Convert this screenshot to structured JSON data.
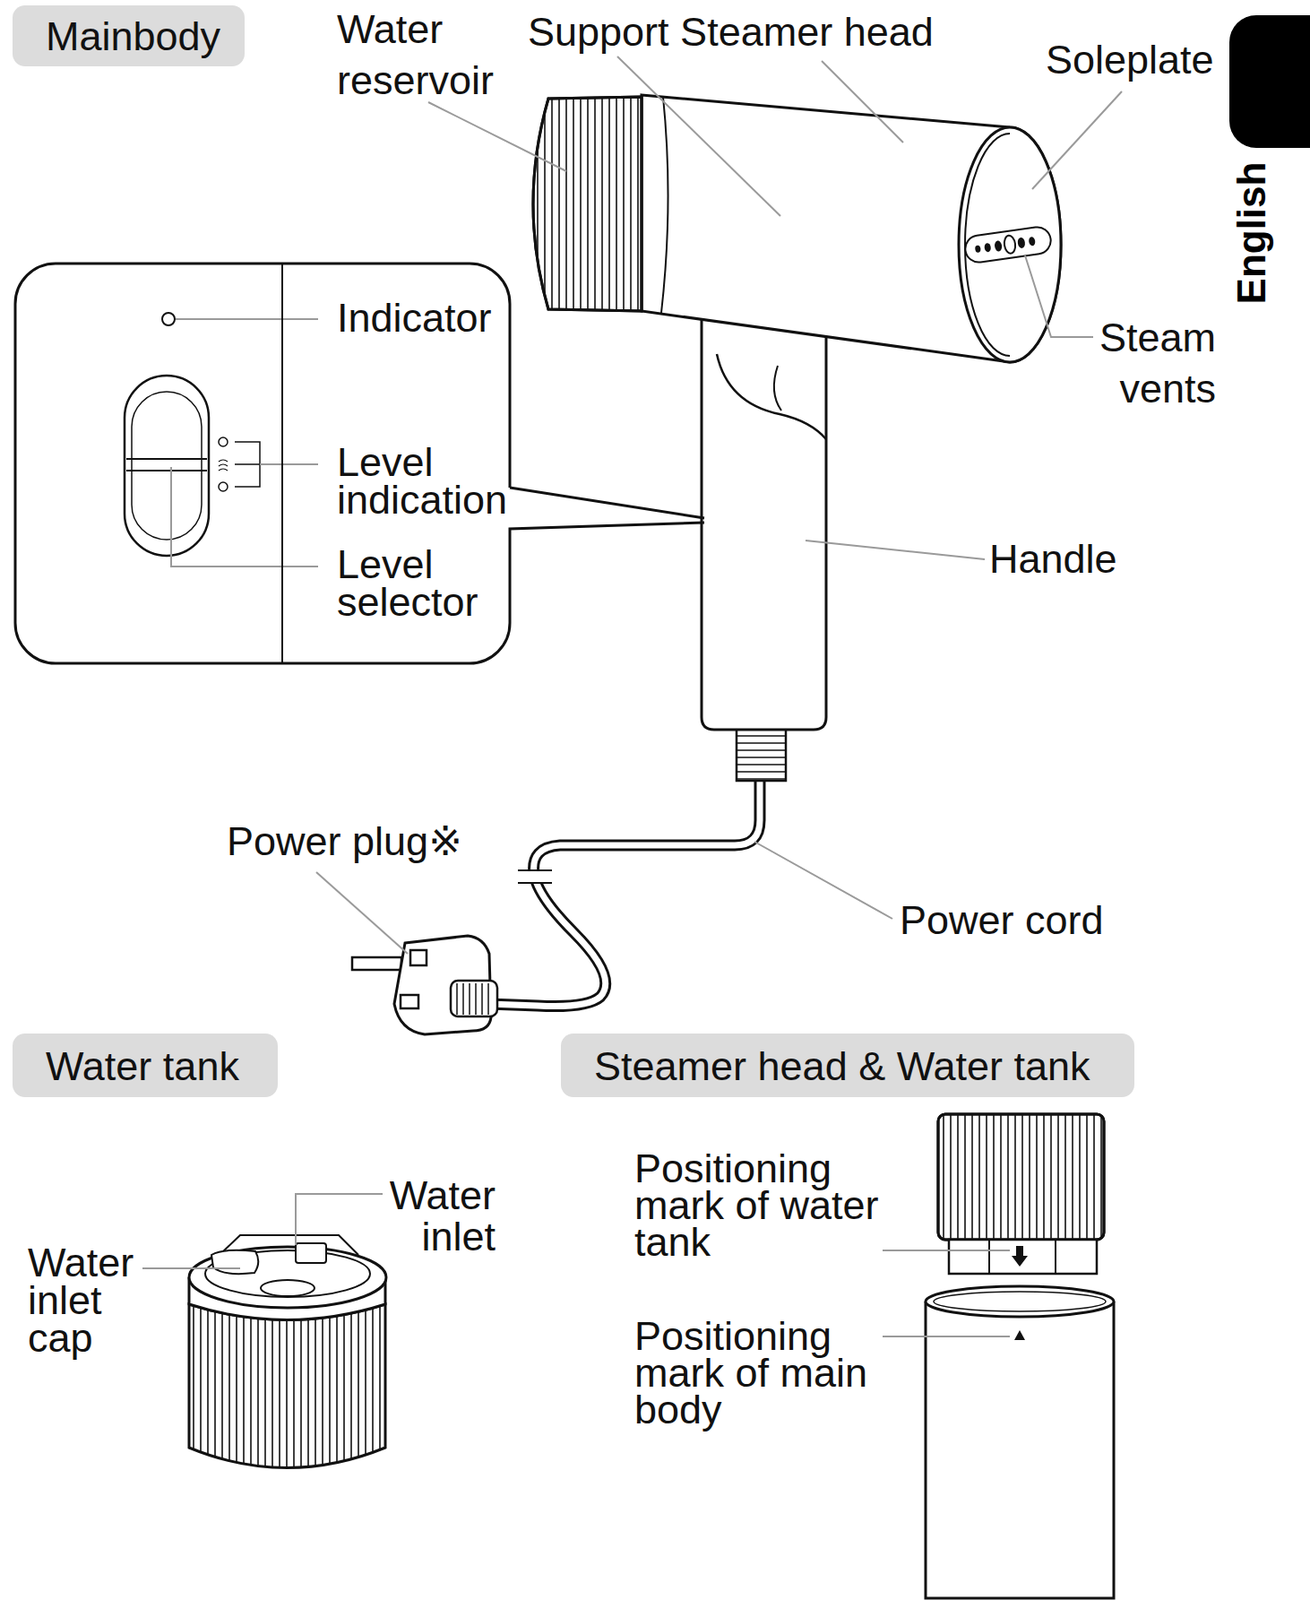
{
  "diagram": {
    "nodes": [
      {
        "text": [
          "Mainbody"
        ]
      },
      {
        "text": [
          "English"
        ]
      },
      {
        "text": [
          "Indicator",
          "Level indication",
          "Level selector"
        ]
      },
      {
        "text": [
          "Water tank"
        ]
      },
      {
        "text": [
          "Steamer head & Water tank"
        ]
      }
    ],
    "labels": [
      "Water reservoir",
      "Support Steamer head",
      "Soleplate",
      "Steam vents",
      "Handle",
      "Power plug※",
      "Power cord",
      "Water inlet",
      "Water inlet cap",
      "Positioning mark of water tank",
      "Positioning mark of main body"
    ]
  }
}
